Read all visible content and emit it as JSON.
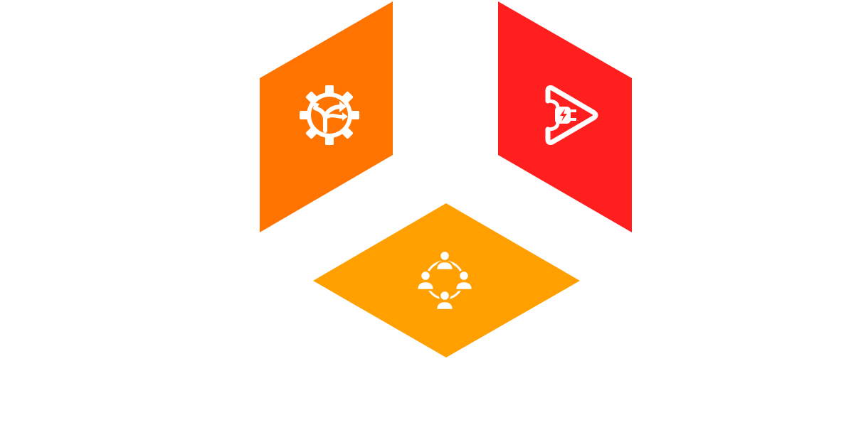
{
  "diagram": {
    "panels": [
      {
        "id": "left",
        "color": "#FF7300",
        "icon": "gear-decision-icon"
      },
      {
        "id": "right",
        "color": "#FF1F1F",
        "icon": "power-play-icon"
      },
      {
        "id": "bottom",
        "color": "#FFA000",
        "icon": "team-circle-icon"
      }
    ],
    "icon_color": "#FFFFFF"
  }
}
